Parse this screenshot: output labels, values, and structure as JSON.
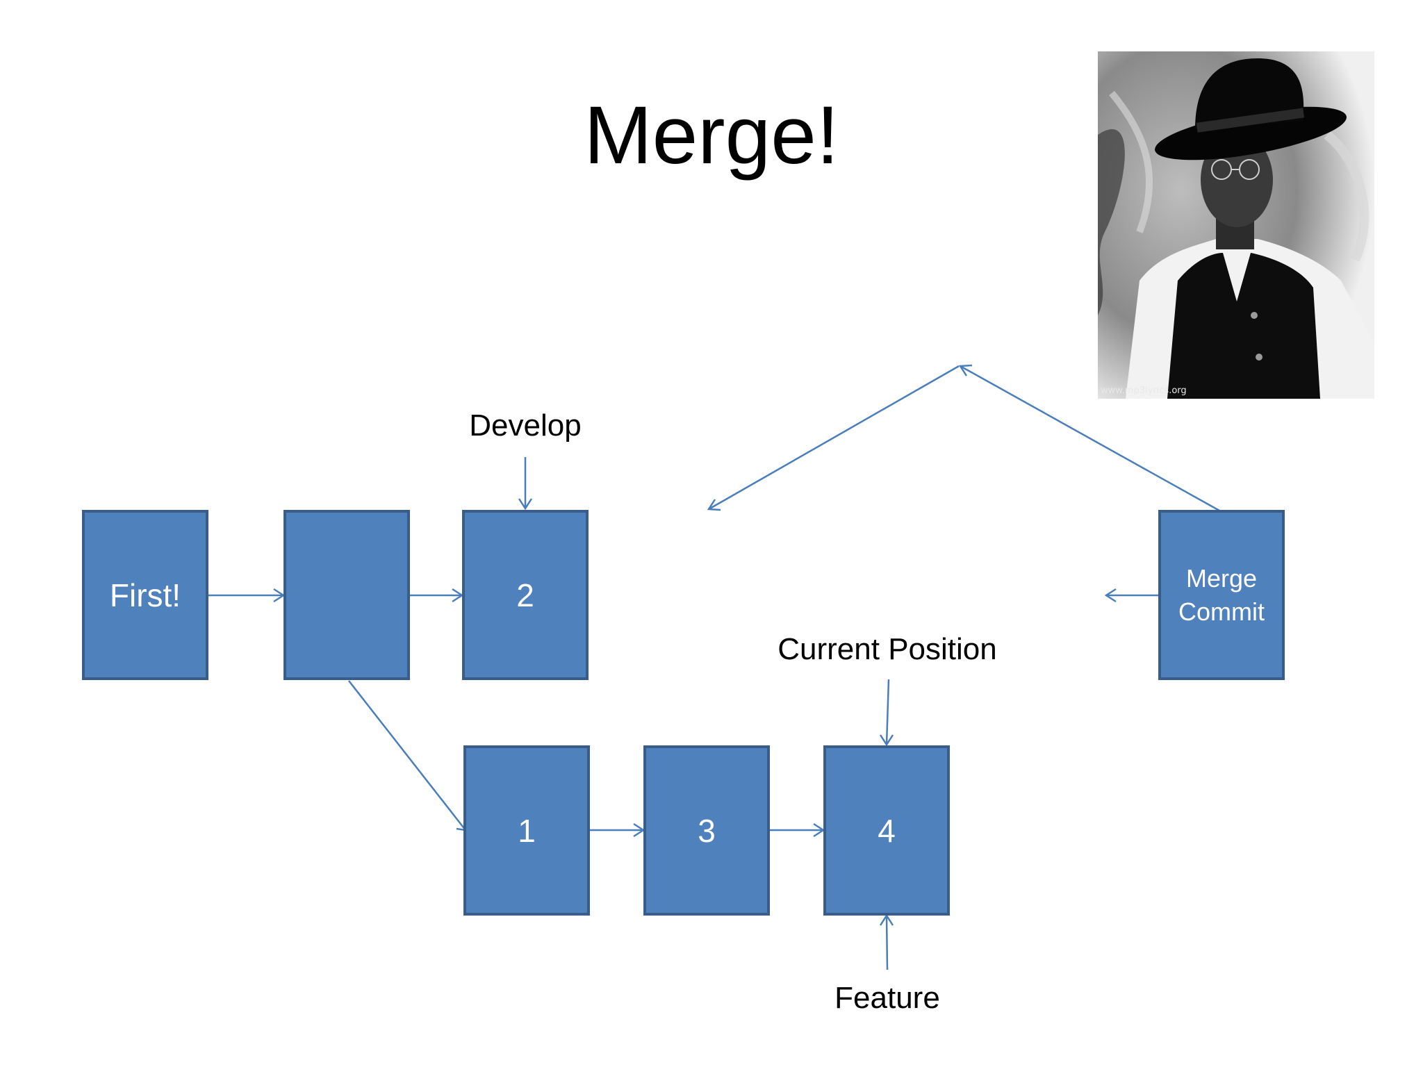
{
  "slide": {
    "title": "Merge!"
  },
  "commits": {
    "first": "First!",
    "unnamed": "",
    "c2": "2",
    "c1": "1",
    "c3": "3",
    "c4": "4",
    "merge": "Merge\nCommit"
  },
  "labels": {
    "develop": "Develop",
    "current_position": "Current Position",
    "feature": "Feature"
  },
  "photo": {
    "watermark": "www.mp3lyrics.org"
  },
  "colors": {
    "box_fill": "#4f81bd",
    "box_border": "#385d8a",
    "arrow": "#4a7ebb"
  }
}
